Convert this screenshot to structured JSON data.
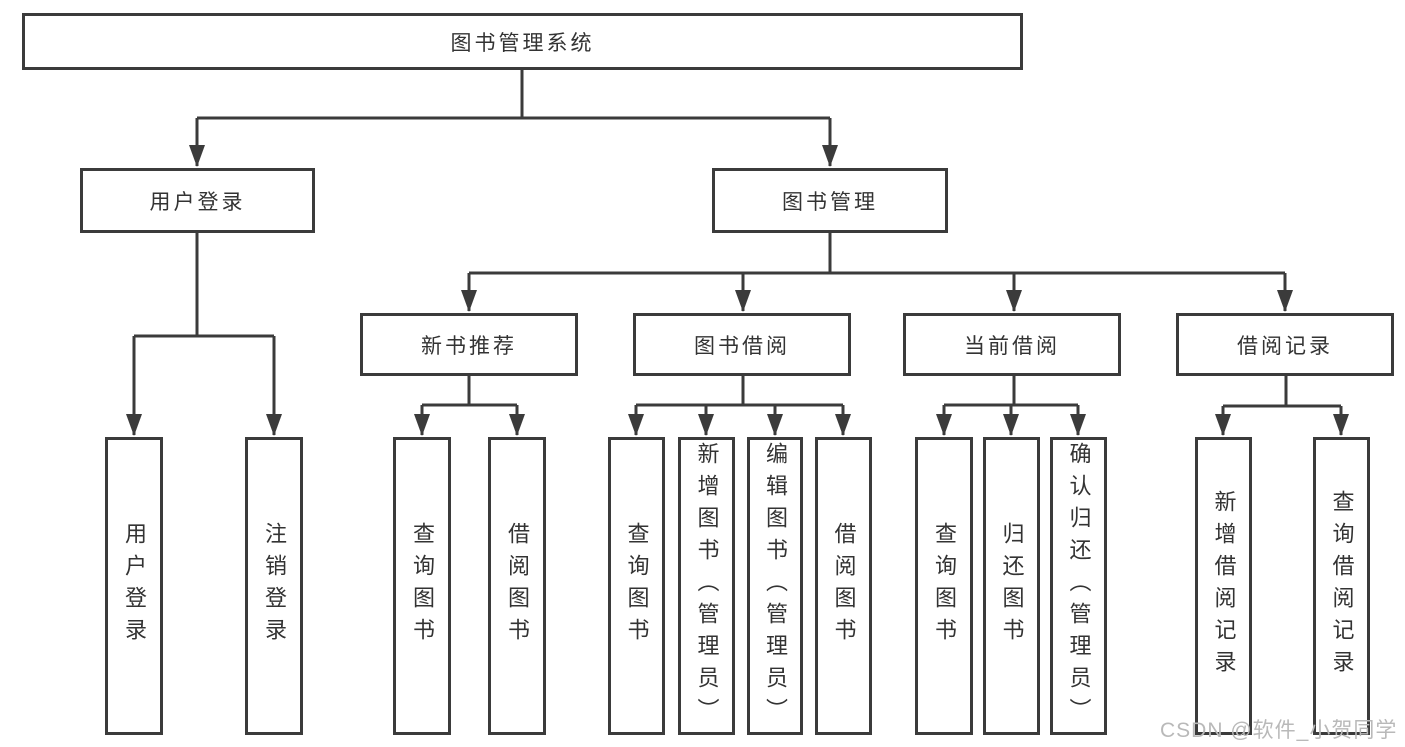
{
  "diagram": {
    "root_label": "图书管理系统",
    "level1": [
      {
        "label": "用户登录"
      },
      {
        "label": "图书管理"
      }
    ],
    "level2": [
      {
        "label": "新书推荐"
      },
      {
        "label": "图书借阅"
      },
      {
        "label": "当前借阅"
      },
      {
        "label": "借阅记录"
      }
    ],
    "leaves": {
      "user_login": [
        "用户登录",
        "注销登录"
      ],
      "new_book": [
        "查询图书",
        "借阅图书"
      ],
      "book_borrow": [
        "查询图书",
        "新增图书（管理员）",
        "编辑图书（管理员）",
        "借阅图书"
      ],
      "current_borrow": [
        "查询图书",
        "归还图书",
        "确认归还（管理员）"
      ],
      "borrow_record": [
        "新增借阅记录",
        "查询借阅记录"
      ]
    }
  },
  "watermark": {
    "text": "CSDN @软件_小贺同学"
  },
  "colors": {
    "line": "#3b3b3b",
    "box_border": "#3b3b3b",
    "text": "#333333",
    "watermark": "#b9b9b9",
    "background": "#ffffff"
  }
}
